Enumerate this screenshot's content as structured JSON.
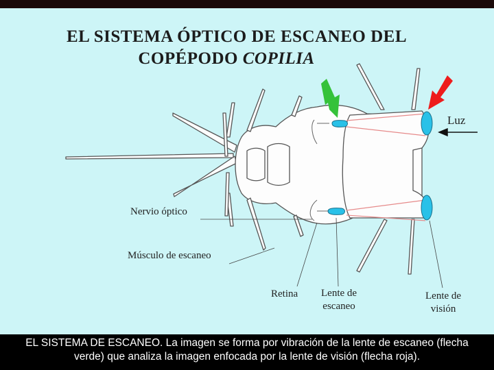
{
  "title": {
    "line1": "EL SISTEMA ÓPTICO DE ESCANEO DEL",
    "line2_prefix": "COPÉPODO ",
    "line2_italic": "COPILIA"
  },
  "labels": {
    "luz": "Luz",
    "nervio_optico": "Nervio óptico",
    "musculo": "Músculo de escaneo",
    "retina": "Retina",
    "lente_escaneo_1": "Lente de",
    "lente_escaneo_2": "escaneo",
    "lente_vision_1": "Lente de",
    "lente_vision_2": "visión"
  },
  "caption": {
    "line1": "EL SISTEMA DE ESCANEO. La imagen se forma por vibración de la lente de escaneo (flecha",
    "line2": "verde) que analiza la imagen enfocada por la lente de visión (flecha roja)."
  },
  "colors": {
    "background": "#cdf5f7",
    "lens": "#29c1e8",
    "green_arrow": "#35c23a",
    "red_arrow": "#ee1c1c",
    "light_rays": "#e68a8a"
  }
}
